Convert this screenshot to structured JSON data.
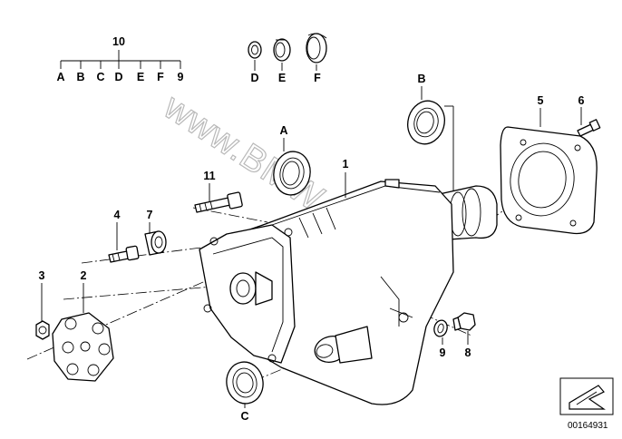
{
  "watermark": "www.BMW-store.pl",
  "diagram_number": "00164931",
  "header_group": {
    "number": "10",
    "letters": [
      "A",
      "B",
      "C",
      "D",
      "E",
      "F",
      "9"
    ]
  },
  "labels": {
    "D": "D",
    "E": "E",
    "F": "F",
    "B": "B",
    "A": "A",
    "C": "C",
    "n1": "1",
    "n2": "2",
    "n3": "3",
    "n4": "4",
    "n5": "5",
    "n6": "6",
    "n7": "7",
    "n8": "8",
    "n9": "9",
    "n11": "11"
  }
}
